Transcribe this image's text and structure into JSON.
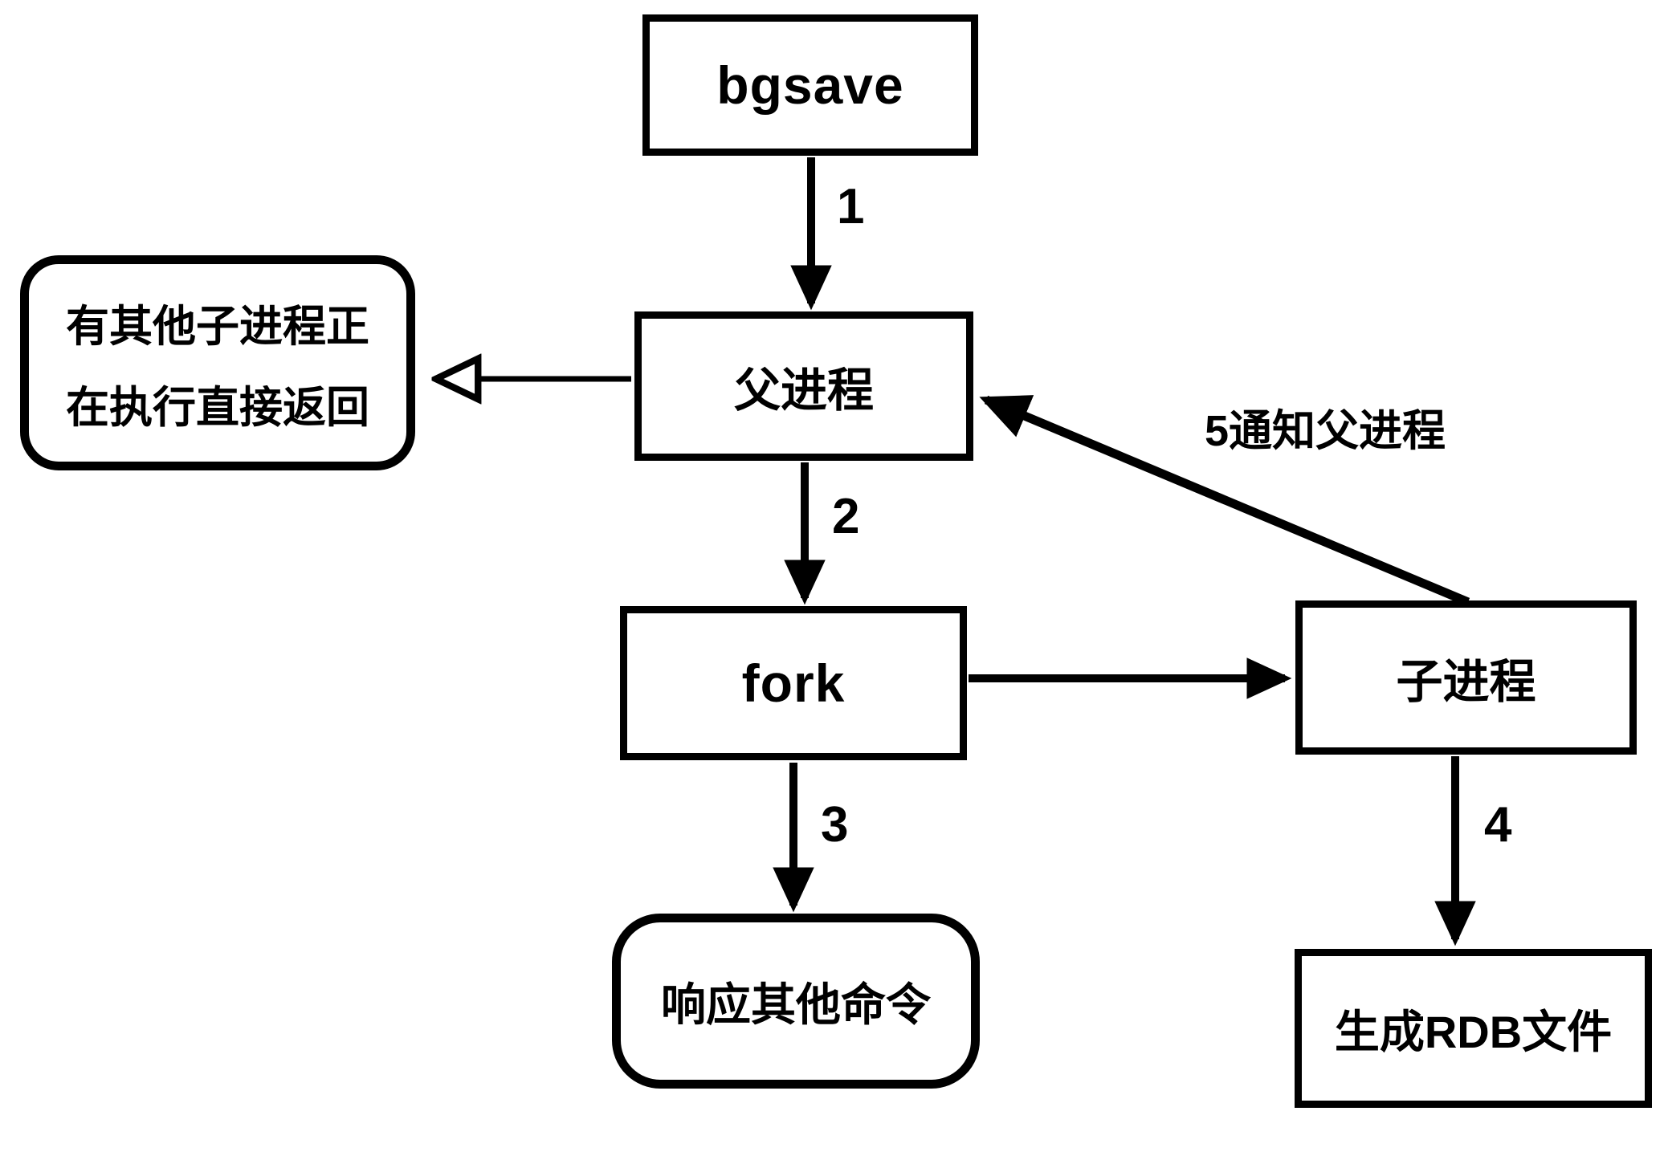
{
  "diagram": {
    "title_hint": "bgsave flow diagram",
    "colors": {
      "stroke": "#000000",
      "background": "#ffffff"
    },
    "nodes": {
      "bgsave": {
        "label": "bgsave"
      },
      "parent": {
        "label": "父进程"
      },
      "note": {
        "line1": "有其他子进程正",
        "line2": "在执行直接返回"
      },
      "fork": {
        "label": "fork"
      },
      "child": {
        "label": "子进程"
      },
      "respond": {
        "label": "响应其他命令"
      },
      "rdb": {
        "label": "生成RDB文件"
      }
    },
    "edges": {
      "step1": {
        "label": "1"
      },
      "step2": {
        "label": "2"
      },
      "step3": {
        "label": "3"
      },
      "step4": {
        "label": "4"
      },
      "step5": {
        "label": "5通知父进程"
      }
    }
  }
}
